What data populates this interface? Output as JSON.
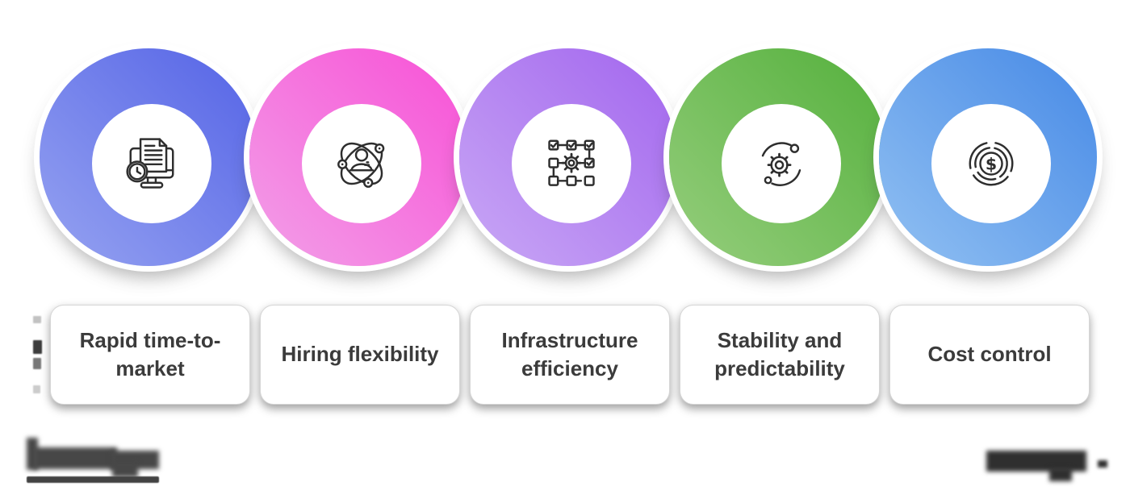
{
  "items": [
    {
      "label": "Rapid time-to-market",
      "icon": "monitor-document-clock-icon",
      "gradient_dark": "#5463E6",
      "gradient_light": "#96A3F1"
    },
    {
      "label": "Hiring flexibility",
      "icon": "person-orbit-network-icon",
      "gradient_dark": "#F850D6",
      "gradient_light": "#F2A0E8"
    },
    {
      "label": "Infrastructure efficiency",
      "icon": "workflow-checkboxes-gear-icon",
      "gradient_dark": "#A265EE",
      "gradient_light": "#C9A8F5"
    },
    {
      "label": "Stability and predictability",
      "icon": "gear-orbit-icon",
      "gradient_dark": "#54B03C",
      "gradient_light": "#96CE7D"
    },
    {
      "label": "Cost control",
      "icon": "donut-chart-dollar-icon",
      "gradient_dark": "#4689E6",
      "gradient_light": "#92C1F2"
    }
  ],
  "style": {
    "background": "#ffffff",
    "card_background": "#ffffff",
    "label_text_color": "#3b3b3b",
    "icon_stroke_color": "#2e2e2e"
  },
  "footer": {
    "left_logo": {
      "type": "blurred-redacted-logo-with-underline"
    },
    "right_logo": {
      "type": "blurred-redacted-wordmark"
    }
  }
}
